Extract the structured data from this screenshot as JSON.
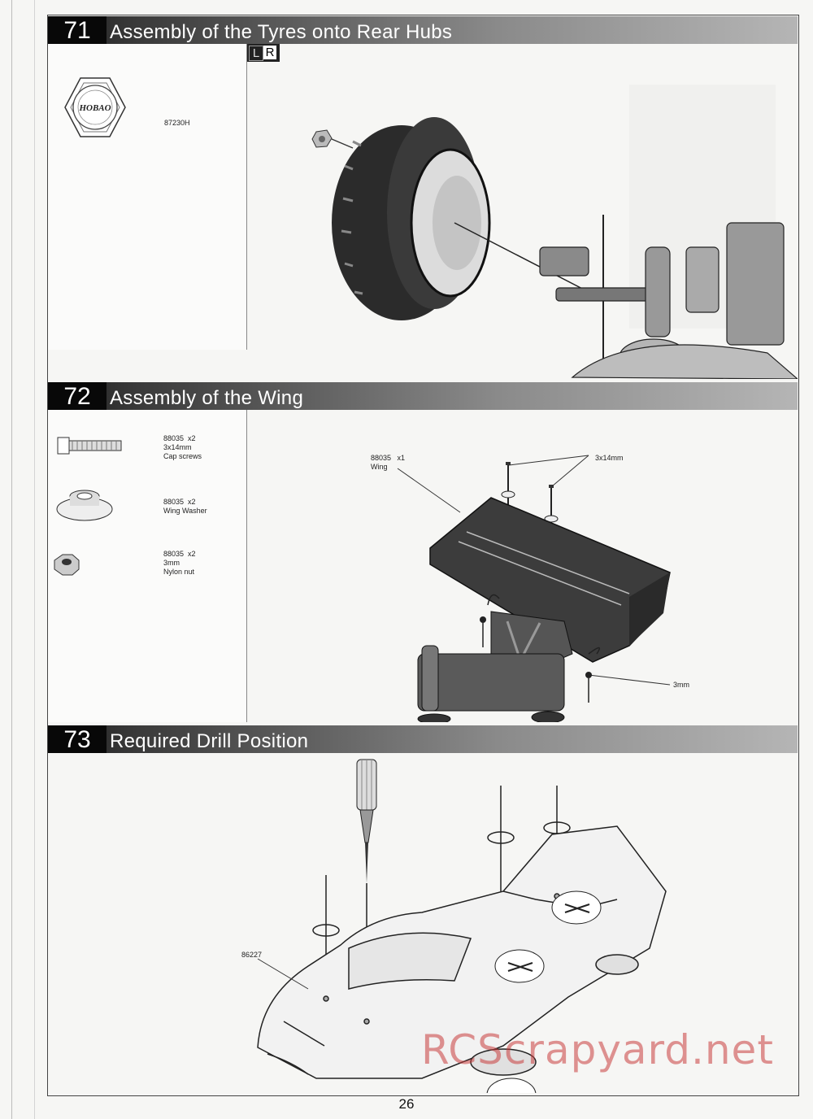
{
  "page_number": "26",
  "watermark": "RCScrapyard.net",
  "steps": [
    {
      "number": "71",
      "title": "Assembly of the Tyres onto Rear Hubs",
      "side_marker": {
        "left": "L",
        "right": "R"
      },
      "parts": [
        {
          "code": "87230H",
          "qty": "",
          "size": "",
          "name": "",
          "icon": "hex-wheel-nut-icon",
          "stamp": "HOBAO"
        }
      ],
      "callouts": []
    },
    {
      "number": "72",
      "title": "Assembly of the Wing",
      "parts": [
        {
          "code": "88035",
          "qty": "x2",
          "size": "3x14mm",
          "name": "Cap screws",
          "icon": "cap-screw-icon"
        },
        {
          "code": "88035",
          "qty": "x2",
          "size": "",
          "name": "Wing Washer",
          "icon": "wing-washer-icon"
        },
        {
          "code": "88035",
          "qty": "x2",
          "size": "3mm",
          "name": "Nylon nut",
          "icon": "nylon-nut-icon"
        }
      ],
      "callouts": [
        {
          "code": "88035",
          "qty": "x1",
          "name": "Wing"
        },
        {
          "text": "3x14mm"
        },
        {
          "text": "3mm"
        }
      ]
    },
    {
      "number": "73",
      "title": "Required Drill Position",
      "parts": [],
      "callouts": [
        {
          "text": "86227"
        }
      ]
    }
  ]
}
